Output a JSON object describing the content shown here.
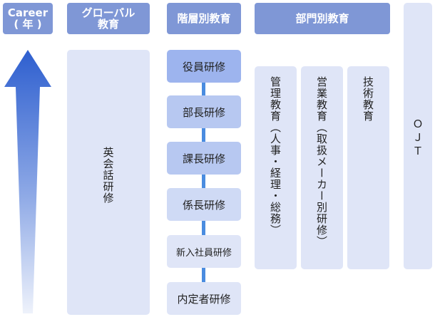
{
  "headers": {
    "career_line1": "Career",
    "career_line2": "( 年 )",
    "global_line1": "グローバル",
    "global_line2": "教育",
    "hierarchical": "階層別教育",
    "department": "部門別教育"
  },
  "global_education": {
    "item": "英会話研修"
  },
  "hierarchical_levels": [
    "役員研修",
    "部長研修",
    "課長研修",
    "係長研修",
    "新入社員研修",
    "内定者研修"
  ],
  "department_education": {
    "management": "管理教育（人事・経理・総務）",
    "sales": "営業教育（取扱メーカー別研修）",
    "technical": "技術教育"
  },
  "ojt": {
    "label": "ＯＪＴ"
  },
  "colors": {
    "header": "#7f97d6",
    "column": "#dfe5f7",
    "arrow_top": "#2e5fcf",
    "arrow_bottom": "#e8eefb",
    "line": "#4a8ce0"
  }
}
